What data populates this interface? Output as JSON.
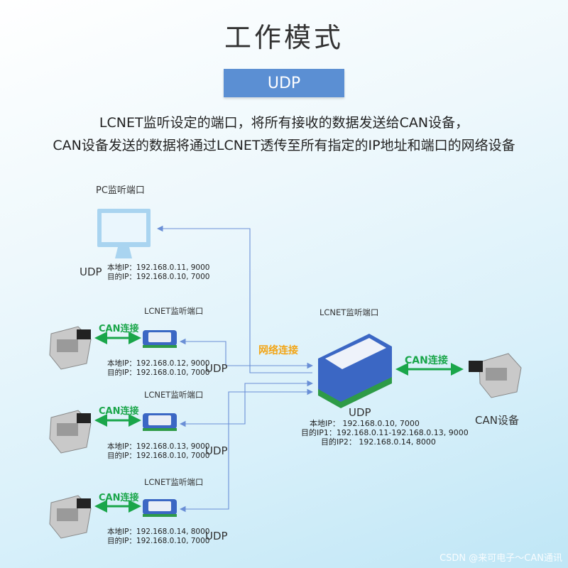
{
  "title": "工作模式",
  "mode_badge": "UDP",
  "description": {
    "line1": "LCNET监听设定的端口，将所有接收的数据发送给CAN设备，",
    "line2": "CAN设备发送的数据将通过LCNET透传至所有指定的IP地址和端口的网络设备"
  },
  "pc": {
    "title": "PC监听端口",
    "protocol": "UDP",
    "local_ip": "本地IP：192.168.0.11, 9000",
    "target_ip": "目的IP：192.168.0.10, 7000"
  },
  "nodes": [
    {
      "title": "LCNET监听端口",
      "can_link": "CAN连接",
      "protocol": "UDP",
      "local_ip": "本地IP：192.168.0.12, 9000",
      "target_ip": "目的IP：192.168.0.10, 7000"
    },
    {
      "title": "LCNET监听端口",
      "can_link": "CAN连接",
      "protocol": "UDP",
      "local_ip": "本地IP：192.168.0.13, 9000",
      "target_ip": "目的IP：192.168.0.10, 7000"
    },
    {
      "title": "LCNET监听端口",
      "can_link": "CAN连接",
      "protocol": "UDP",
      "local_ip": "本地IP：192.168.0.14, 8000",
      "target_ip": "目的IP：192.168.0.10, 7000"
    }
  ],
  "network_link": "网络连接",
  "main_device": {
    "title": "LCNET监听端口",
    "protocol": "UDP",
    "local_ip": "本地IP：  192.168.0.10, 7000",
    "target_ip1": "目的IP1：192.168.0.11-192.168.0.13, 9000",
    "target_ip2": "目的IP2：   192.168.0.14, 8000",
    "can_link": "CAN连接"
  },
  "can_device_label": "CAN设备",
  "watermark": "CSDN @来可电子～CAN通讯",
  "colors": {
    "line_blue": "#6a8fd6",
    "can_green": "#1aa64a",
    "network_orange": "#f2a516",
    "badge_blue": "#5b8fd3"
  }
}
